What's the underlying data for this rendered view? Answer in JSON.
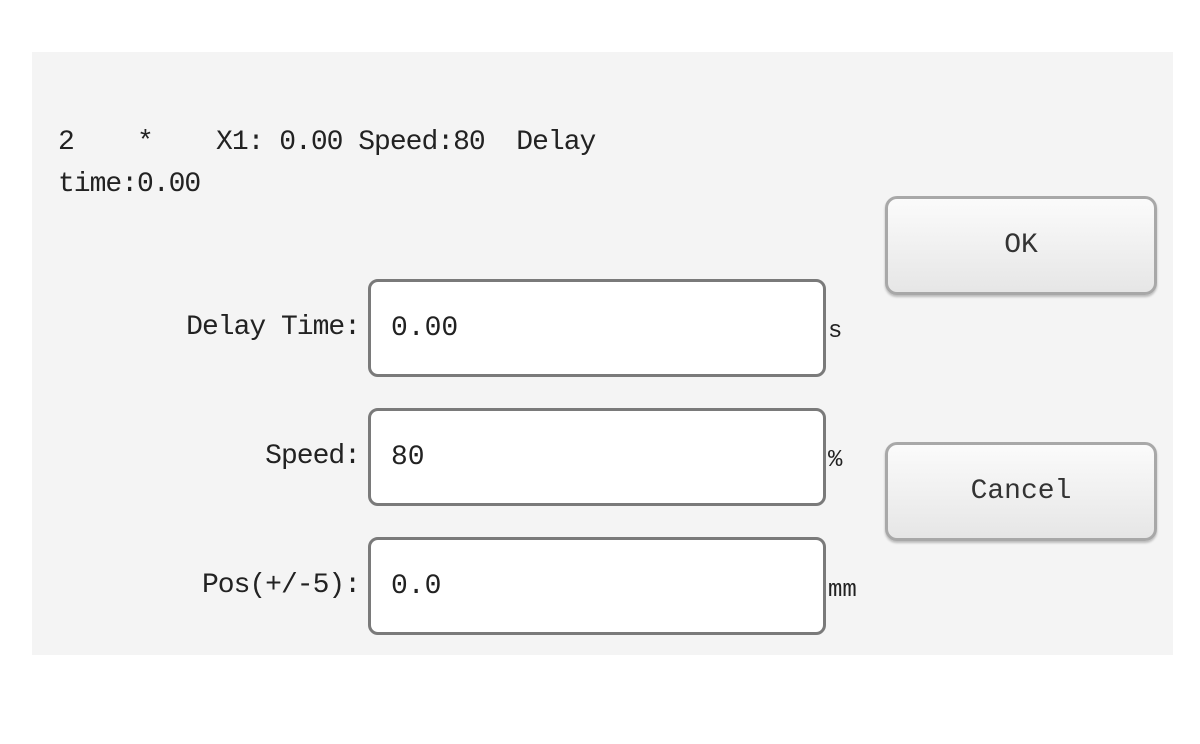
{
  "info_text": "2    *    X1: 0.00 Speed:80  Delay time:0.00",
  "fields": [
    {
      "label": "Delay Time:",
      "value": "0.00",
      "unit": "s"
    },
    {
      "label": "Speed:",
      "value": "80",
      "unit": "%"
    },
    {
      "label": "Pos(+/-5):",
      "value": "0.0",
      "unit": "mm"
    }
  ],
  "buttons": {
    "ok": "OK",
    "cancel": "Cancel"
  }
}
